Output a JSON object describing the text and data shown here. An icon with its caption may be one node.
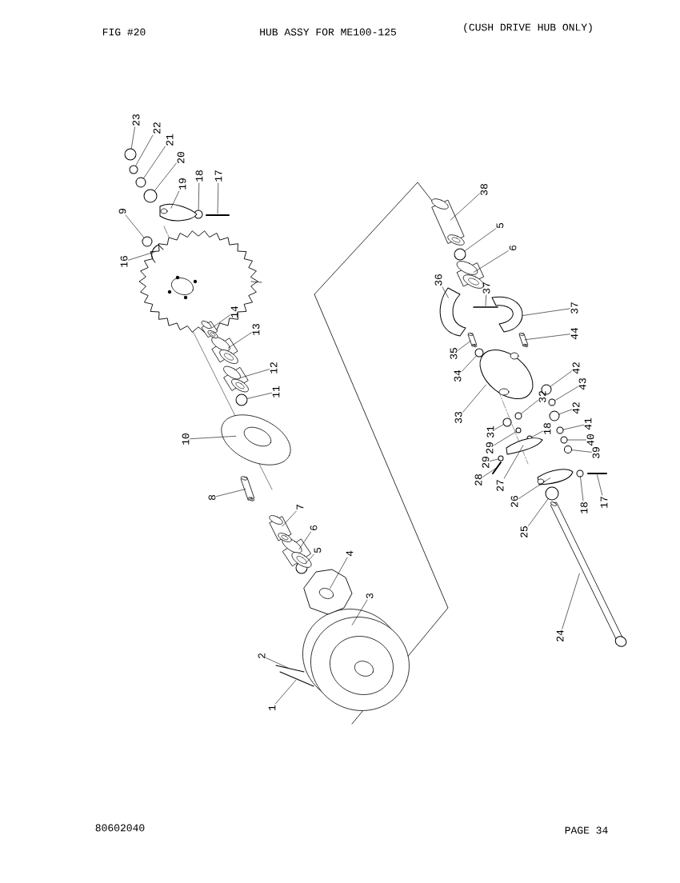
{
  "diagram": {
    "title": "HUB ASSY FOR ME100-125",
    "nodes": [
      {
        "text": [
          "23"
        ]
      },
      {
        "text": [
          "22"
        ]
      },
      {
        "text": [
          "21"
        ]
      },
      {
        "text": [
          "20"
        ]
      },
      {
        "text": [
          "19"
        ]
      },
      {
        "text": [
          "18"
        ]
      },
      {
        "text": [
          "17"
        ]
      },
      {
        "text": [
          "38"
        ]
      },
      {
        "text": [
          "9"
        ]
      },
      {
        "text": [
          "5"
        ]
      },
      {
        "text": [
          "6"
        ]
      },
      {
        "text": [
          "16"
        ]
      },
      {
        "text": [
          "36"
        ]
      },
      {
        "text": [
          "37"
        ]
      },
      {
        "text": [
          "37"
        ]
      },
      {
        "text": [
          "14"
        ]
      },
      {
        "text": [
          "13"
        ]
      },
      {
        "text": [
          "44"
        ]
      },
      {
        "text": [
          "35"
        ]
      },
      {
        "text": [
          "12"
        ]
      },
      {
        "text": [
          "42"
        ]
      },
      {
        "text": [
          "34"
        ]
      },
      {
        "text": [
          "43"
        ]
      },
      {
        "text": [
          "11"
        ]
      },
      {
        "text": [
          "32"
        ]
      },
      {
        "text": [
          "42"
        ]
      },
      {
        "text": [
          "33"
        ]
      },
      {
        "text": [
          "18"
        ]
      },
      {
        "text": [
          "41"
        ]
      },
      {
        "text": [
          "31"
        ]
      },
      {
        "text": [
          "10"
        ]
      },
      {
        "text": [
          "40"
        ]
      },
      {
        "text": [
          "29"
        ]
      },
      {
        "text": [
          "39"
        ]
      },
      {
        "text": [
          "29"
        ]
      },
      {
        "text": [
          "28"
        ]
      },
      {
        "text": [
          "27"
        ]
      },
      {
        "text": [
          "8"
        ]
      },
      {
        "text": [
          "18"
        ]
      },
      {
        "text": [
          "26"
        ]
      },
      {
        "text": [
          "17"
        ]
      },
      {
        "text": [
          "7"
        ]
      },
      {
        "text": [
          "6"
        ]
      },
      {
        "text": [
          "25"
        ]
      },
      {
        "text": [
          "5"
        ]
      },
      {
        "text": [
          "4"
        ]
      },
      {
        "text": [
          "3"
        ]
      },
      {
        "text": [
          "24"
        ]
      },
      {
        "text": [
          "2"
        ]
      },
      {
        "text": [
          "1"
        ]
      },
      {
        "text": [],
        "shape": "circle"
      },
      {
        "text": [],
        "shape": "circle"
      },
      {
        "text": [],
        "shape": "circle"
      },
      {
        "text": [],
        "shape": "circle"
      },
      {
        "text": [],
        "shape": "picture"
      },
      {
        "text": [],
        "shape": "circle"
      },
      {
        "text": [],
        "shape": "picture"
      },
      {
        "text": [],
        "shape": "picture"
      },
      {
        "text": [],
        "shape": "circle"
      },
      {
        "text": [],
        "shape": "circle"
      },
      {
        "text": [],
        "shape": "picture"
      },
      {
        "text": [],
        "shape": "picture"
      },
      {
        "text": [],
        "shape": "picture"
      },
      {
        "text": [],
        "shape": "picture"
      },
      {
        "text": [],
        "shape": "picture"
      },
      {
        "text": [],
        "shape": "picture"
      },
      {
        "text": [],
        "shape": "picture"
      },
      {
        "text": [],
        "shape": "picture"
      },
      {
        "text": [],
        "shape": "picture"
      },
      {
        "text": [],
        "shape": "picture"
      },
      {
        "text": [],
        "shape": "circle"
      },
      {
        "text": [],
        "shape": "circle"
      },
      {
        "text": [],
        "shape": "circle"
      },
      {
        "text": [],
        "shape": "circle"
      },
      {
        "text": [],
        "shape": "circle"
      },
      {
        "text": [],
        "shape": "circle"
      },
      {
        "text": [],
        "shape": "picture"
      },
      {
        "text": [],
        "shape": "circle"
      },
      {
        "text": [],
        "shape": "circle"
      },
      {
        "text": [],
        "shape": "circle"
      },
      {
        "text": [],
        "shape": "picture"
      },
      {
        "text": [],
        "shape": "circle"
      },
      {
        "text": [],
        "shape": "circle"
      },
      {
        "text": [],
        "shape": "circle"
      },
      {
        "text": [],
        "shape": "circle"
      },
      {
        "text": [],
        "shape": "picture"
      },
      {
        "text": [],
        "shape": "picture"
      },
      {
        "text": [],
        "shape": "picture"
      },
      {
        "text": [],
        "shape": "circle"
      },
      {
        "text": [],
        "shape": "picture"
      },
      {
        "text": [],
        "shape": "picture"
      },
      {
        "text": [],
        "shape": "picture"
      },
      {
        "text": [],
        "shape": "picture"
      },
      {
        "text": [],
        "shape": "circle"
      },
      {
        "text": [],
        "shape": "circle"
      },
      {
        "text": [],
        "shape": "picture"
      },
      {
        "text": [],
        "shape": "picture"
      },
      {
        "text": [],
        "shape": "picture"
      },
      {
        "text": [],
        "shape": "picture"
      },
      {
        "text": [],
        "shape": "picture"
      }
    ],
    "edges": [
      {
        "from": 0,
        "to": 50,
        "arrow": "none"
      },
      {
        "from": 1,
        "to": 51,
        "arrow": "none"
      },
      {
        "from": 2,
        "to": 52,
        "arrow": "none"
      },
      {
        "from": 3,
        "to": 53,
        "arrow": "none"
      },
      {
        "from": 4,
        "to": 54,
        "arrow": "none"
      },
      {
        "from": 5,
        "to": 55,
        "arrow": "none"
      },
      {
        "from": 6,
        "to": 56,
        "arrow": "none"
      },
      {
        "from": 7,
        "to": 57,
        "arrow": "none"
      },
      {
        "from": 8,
        "to": 58,
        "arrow": "none"
      },
      {
        "from": 9,
        "to": 59,
        "arrow": "none"
      },
      {
        "from": 10,
        "to": 60,
        "arrow": "none"
      },
      {
        "from": 11,
        "to": 61,
        "arrow": "none"
      },
      {
        "from": 12,
        "to": 62,
        "arrow": "none"
      },
      {
        "from": 13,
        "to": 63,
        "arrow": "none"
      },
      {
        "from": 14,
        "to": 64,
        "arrow": "none"
      },
      {
        "from": 15,
        "to": 65,
        "arrow": "none"
      },
      {
        "from": 16,
        "to": 66,
        "arrow": "none"
      },
      {
        "from": 17,
        "to": 67,
        "arrow": "none"
      },
      {
        "from": 18,
        "to": 68,
        "arrow": "none"
      },
      {
        "from": 19,
        "to": 69,
        "arrow": "none"
      },
      {
        "from": 20,
        "to": 70,
        "arrow": "none"
      },
      {
        "from": 21,
        "to": 71,
        "arrow": "none"
      },
      {
        "from": 22,
        "to": 72,
        "arrow": "none"
      },
      {
        "from": 23,
        "to": 73,
        "arrow": "none"
      },
      {
        "from": 24,
        "to": 74,
        "arrow": "none"
      },
      {
        "from": 25,
        "to": 75,
        "arrow": "none"
      },
      {
        "from": 26,
        "to": 76,
        "arrow": "none"
      },
      {
        "from": 27,
        "to": 77,
        "arrow": "none"
      },
      {
        "from": 28,
        "to": 78,
        "arrow": "none"
      },
      {
        "from": 29,
        "to": 79,
        "arrow": "none"
      },
      {
        "from": 30,
        "to": 80,
        "arrow": "none"
      },
      {
        "from": 31,
        "to": 81,
        "arrow": "none"
      },
      {
        "from": 32,
        "to": 82,
        "arrow": "none"
      },
      {
        "from": 33,
        "to": 83,
        "arrow": "none"
      },
      {
        "from": 34,
        "to": 84,
        "arrow": "none"
      },
      {
        "from": 35,
        "to": 85,
        "arrow": "none"
      },
      {
        "from": 36,
        "to": 86,
        "arrow": "none"
      },
      {
        "from": 37,
        "to": 87,
        "arrow": "none"
      },
      {
        "from": 38,
        "to": 88,
        "arrow": "none"
      },
      {
        "from": 39,
        "to": 89,
        "arrow": "none"
      },
      {
        "from": 40,
        "to": 90,
        "arrow": "none"
      },
      {
        "from": 41,
        "to": 91,
        "arrow": "none"
      },
      {
        "from": 42,
        "to": 92,
        "arrow": "none"
      },
      {
        "from": 43,
        "to": 93,
        "arrow": "none"
      },
      {
        "from": 44,
        "to": 94,
        "arrow": "none"
      },
      {
        "from": 45,
        "to": 95,
        "arrow": "none"
      },
      {
        "from": 46,
        "to": 96,
        "arrow": "none"
      },
      {
        "from": 47,
        "to": 97,
        "arrow": "none"
      },
      {
        "from": 48,
        "to": 98,
        "arrow": "none"
      },
      {
        "from": 49,
        "to": 99,
        "arrow": "none"
      }
    ],
    "labels": [
      "FIG #20",
      "(CUSH DRIVE HUB ONLY)",
      "80602040",
      "PAGE 34"
    ]
  }
}
